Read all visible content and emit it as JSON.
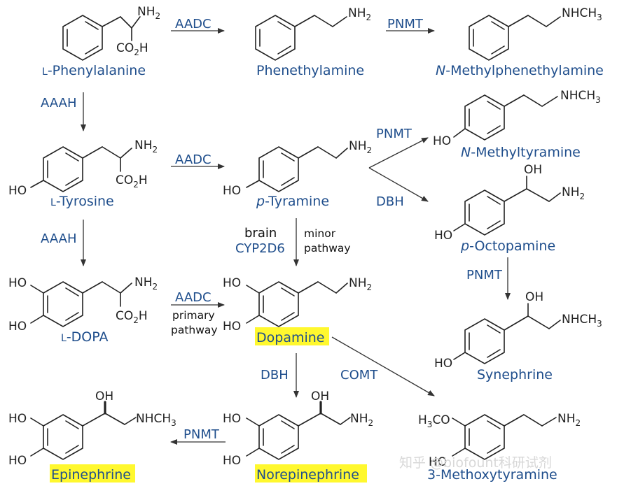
{
  "compounds": {
    "phenylalanine": {
      "prefix": "L",
      "name": "-Phenylalanine"
    },
    "phenethylamine": {
      "name": "Phenethylamine"
    },
    "n_methylphenethylamine": {
      "prefix": "N",
      "name": "-Methylphenethylamine"
    },
    "tyrosine": {
      "prefix": "L",
      "name": "-Tyrosine"
    },
    "p_tyramine": {
      "prefix": "p",
      "name": "-Tyramine"
    },
    "n_methyltyramine": {
      "prefix": "N",
      "name": "-Methyltyramine"
    },
    "p_octopamine": {
      "prefix": "p",
      "name": "-Octopamine"
    },
    "dopa": {
      "prefix": "L",
      "name": "-DOPA"
    },
    "dopamine": {
      "name": "Dopamine"
    },
    "synephrine": {
      "name": "Synephrine"
    },
    "epinephrine": {
      "name": "Epinephrine"
    },
    "norepinephrine": {
      "name": "Norepinephrine"
    },
    "methoxytyramine": {
      "name": "3-Methoxytyramine"
    }
  },
  "enzymes": {
    "aadc": "AADC",
    "pnmt": "PNMT",
    "aaah": "AAAH",
    "dbh": "DBH",
    "comt": "COMT",
    "cyp2d6": "CYP2D6"
  },
  "notes": {
    "brain": "brain",
    "minor": "minor",
    "pathway": "pathway",
    "primary": "primary"
  },
  "groups": {
    "nh2": "NH",
    "nh2_sub": "2",
    "nhch3": "NHCH",
    "nhch3_sub": "3",
    "co2h_a": "CO",
    "co2h_sub": "2",
    "co2h_b": "H",
    "ho": "HO",
    "oh": "OH",
    "h3co_a": "H",
    "h3co_sub": "3",
    "h3co_b": "CO"
  },
  "watermark": "知乎 @biofount科研试剂",
  "colors": {
    "name": "#1f4e8c",
    "highlight": "#fff82e"
  }
}
